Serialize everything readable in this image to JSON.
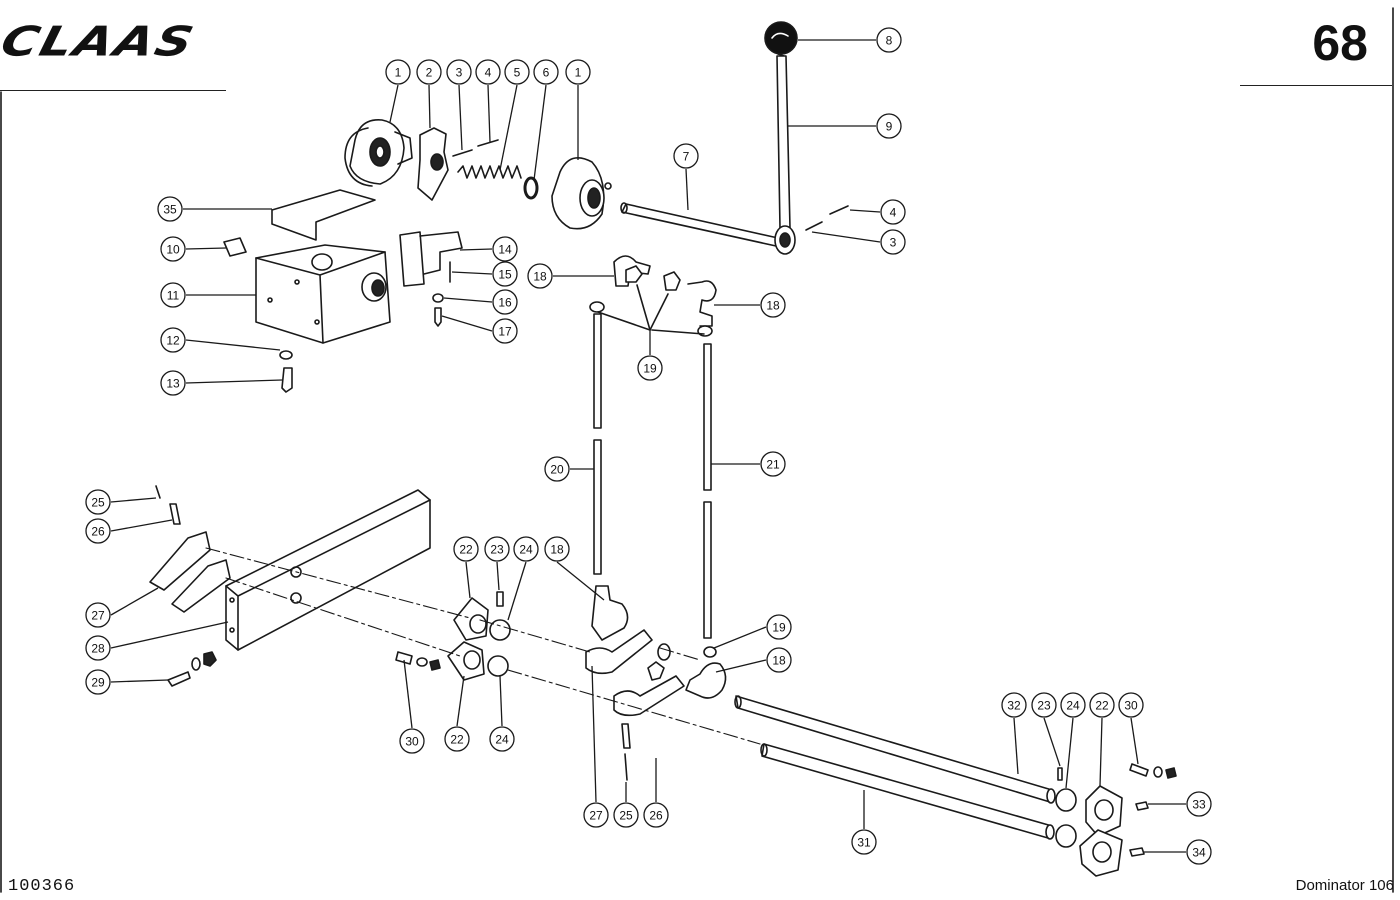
{
  "header": {
    "brand": "CLAAS",
    "page_number": "68"
  },
  "footer": {
    "document_number": "100366",
    "model": "Dominator 106"
  },
  "callouts": [
    {
      "id": "c1a",
      "label": "1"
    },
    {
      "id": "c2",
      "label": "2"
    },
    {
      "id": "c3a",
      "label": "3"
    },
    {
      "id": "c4a",
      "label": "4"
    },
    {
      "id": "c5",
      "label": "5"
    },
    {
      "id": "c6",
      "label": "6"
    },
    {
      "id": "c1b",
      "label": "1"
    },
    {
      "id": "c7",
      "label": "7"
    },
    {
      "id": "c8",
      "label": "8"
    },
    {
      "id": "c9",
      "label": "9"
    },
    {
      "id": "c4b",
      "label": "4"
    },
    {
      "id": "c3b",
      "label": "3"
    },
    {
      "id": "c35",
      "label": "35"
    },
    {
      "id": "c10",
      "label": "10"
    },
    {
      "id": "c11",
      "label": "11"
    },
    {
      "id": "c12",
      "label": "12"
    },
    {
      "id": "c13",
      "label": "13"
    },
    {
      "id": "c14",
      "label": "14"
    },
    {
      "id": "c15",
      "label": "15"
    },
    {
      "id": "c16",
      "label": "16"
    },
    {
      "id": "c17",
      "label": "17"
    },
    {
      "id": "c18a",
      "label": "18"
    },
    {
      "id": "c18b",
      "label": "18"
    },
    {
      "id": "c19a",
      "label": "19"
    },
    {
      "id": "c20",
      "label": "20"
    },
    {
      "id": "c21",
      "label": "21"
    },
    {
      "id": "c25a",
      "label": "25"
    },
    {
      "id": "c26a",
      "label": "26"
    },
    {
      "id": "c27a",
      "label": "27"
    },
    {
      "id": "c28",
      "label": "28"
    },
    {
      "id": "c29",
      "label": "29"
    },
    {
      "id": "c22a",
      "label": "22"
    },
    {
      "id": "c23a",
      "label": "23"
    },
    {
      "id": "c24a",
      "label": "24"
    },
    {
      "id": "c18c",
      "label": "18"
    },
    {
      "id": "c19b",
      "label": "19"
    },
    {
      "id": "c18d",
      "label": "18"
    },
    {
      "id": "c30a",
      "label": "30"
    },
    {
      "id": "c22b",
      "label": "22"
    },
    {
      "id": "c24b",
      "label": "24"
    },
    {
      "id": "c27b",
      "label": "27"
    },
    {
      "id": "c25b",
      "label": "25"
    },
    {
      "id": "c26b",
      "label": "26"
    },
    {
      "id": "c32",
      "label": "32"
    },
    {
      "id": "c23b",
      "label": "23"
    },
    {
      "id": "c24c",
      "label": "24"
    },
    {
      "id": "c22c",
      "label": "22"
    },
    {
      "id": "c30b",
      "label": "30"
    },
    {
      "id": "c33",
      "label": "33"
    },
    {
      "id": "c31",
      "label": "31"
    },
    {
      "id": "c34",
      "label": "34"
    }
  ]
}
